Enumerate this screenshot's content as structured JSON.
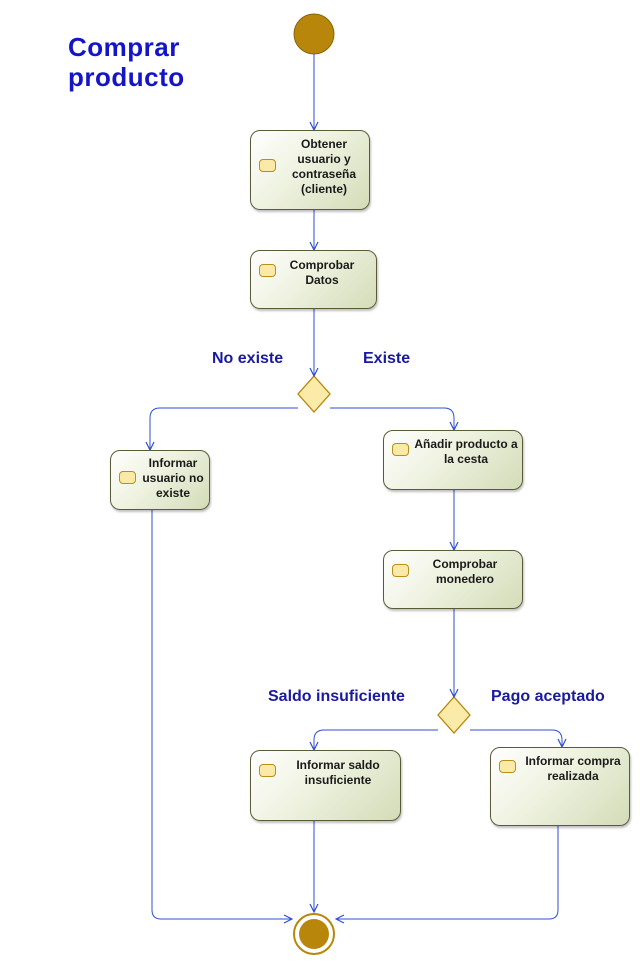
{
  "diagram": {
    "title_line1": "Comprar",
    "title_line2": "producto",
    "activities": {
      "obtener": "Obtener\nusuario y\ncontraseña\n(cliente)",
      "comprobar_datos": "Comprobar\nDatos",
      "informar_no_existe": "Informar\nusuario no\nexiste",
      "anadir": "Añadir producto a\nla cesta",
      "comprobar_monedero": "Comprobar\nmonedero",
      "informar_saldo": "Informar saldo\ninsuficiente",
      "informar_compra": "Informar compra\nrealizada"
    },
    "guards": {
      "no_existe": "No existe",
      "existe": "Existe",
      "saldo_insuficiente": "Saldo insuficiente",
      "pago_aceptado": "Pago aceptado"
    },
    "colors": {
      "edge": "#2f4fd6",
      "title": "#1515c8",
      "guard_text": "#1a1aa0",
      "node_marker": "#b8860b",
      "decision_fill": "#fbeba8"
    }
  }
}
